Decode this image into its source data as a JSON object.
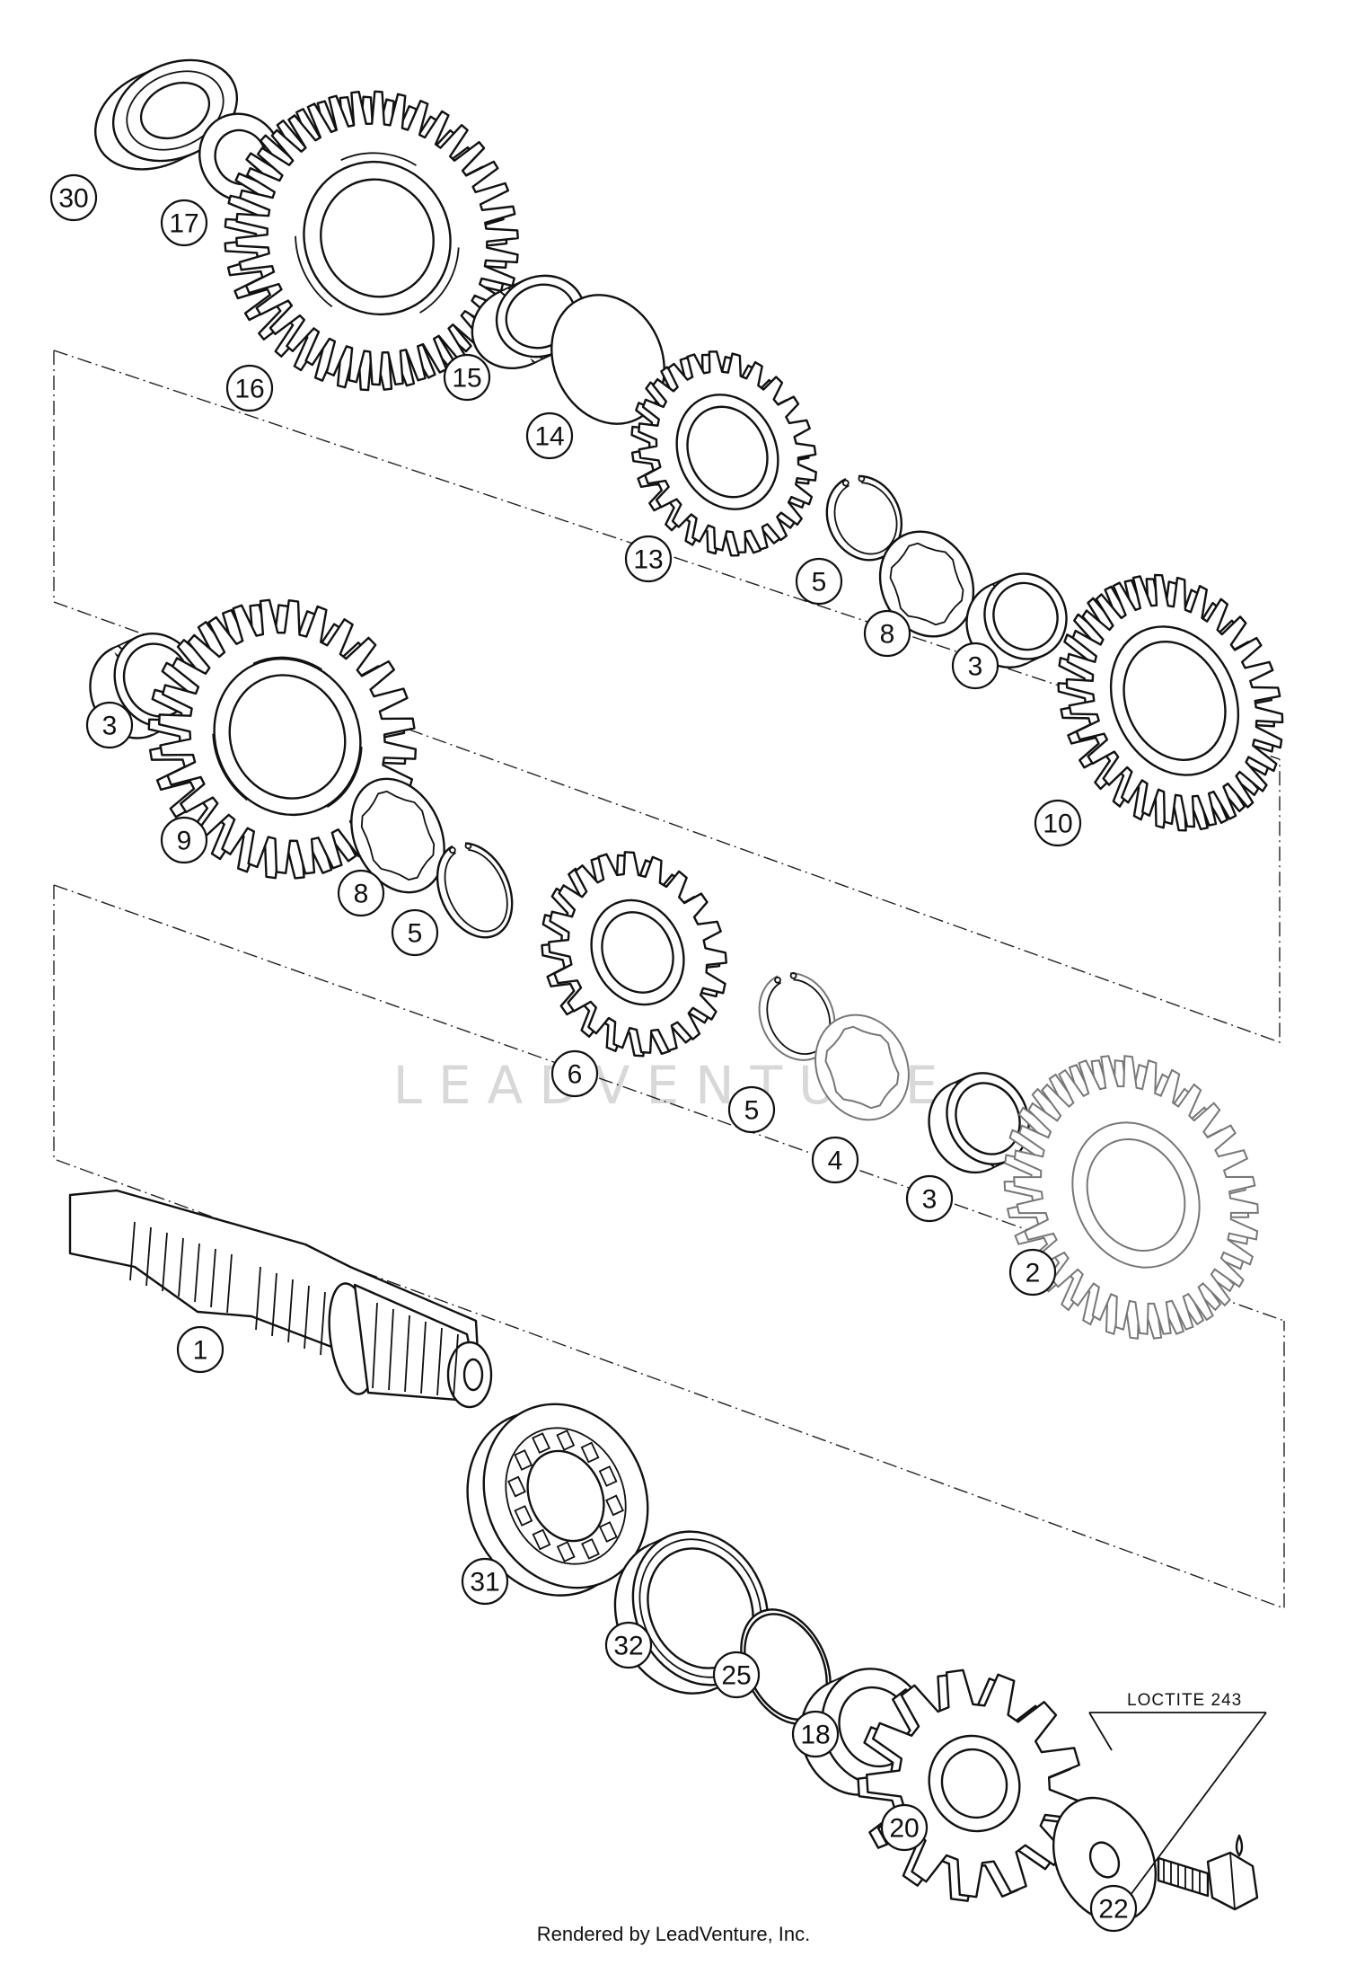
{
  "diagram": {
    "callouts": [
      "30",
      "17",
      "16",
      "15",
      "14",
      "13",
      "5",
      "8",
      "3",
      "10",
      "3",
      "9",
      "8",
      "5",
      "6",
      "5",
      "4",
      "3",
      "2",
      "1",
      "31",
      "32",
      "25",
      "18",
      "20",
      "22"
    ],
    "note": "LOCTITE 243",
    "watermark": "LEADVENTURE"
  },
  "footer": {
    "text": "Rendered by LeadVenture, Inc."
  }
}
